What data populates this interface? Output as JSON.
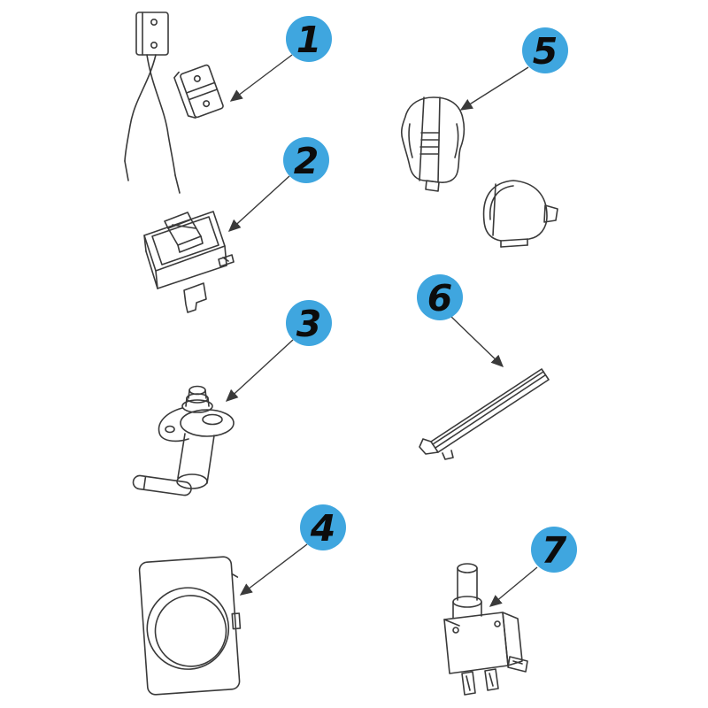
{
  "diagram": {
    "type": "appliance-parts-diagram",
    "background": "#ffffff",
    "line_color": "#3a3a3a",
    "callout": {
      "fill": "#3FA6DF",
      "text_color": "#0c0c0c"
    },
    "callouts": [
      {
        "number": "1"
      },
      {
        "number": "2"
      },
      {
        "number": "3"
      },
      {
        "number": "4"
      },
      {
        "number": "5"
      },
      {
        "number": "6"
      },
      {
        "number": "7"
      }
    ],
    "parts": [
      {
        "callout": "1",
        "icon": "reed-switch-with-wires-and-magnet-icon"
      },
      {
        "callout": "2",
        "icon": "rocker-switch-icon"
      },
      {
        "callout": "3",
        "icon": "thermostat-valve-with-lever-icon"
      },
      {
        "callout": "4",
        "icon": "round-lens-cover-plate-icon"
      },
      {
        "callout": "5",
        "icon": "knob-and-cap-set-icon"
      },
      {
        "callout": "6",
        "icon": "channel-rail-strip-icon"
      },
      {
        "callout": "7",
        "icon": "micro-switch-with-plunger-icon"
      }
    ]
  }
}
